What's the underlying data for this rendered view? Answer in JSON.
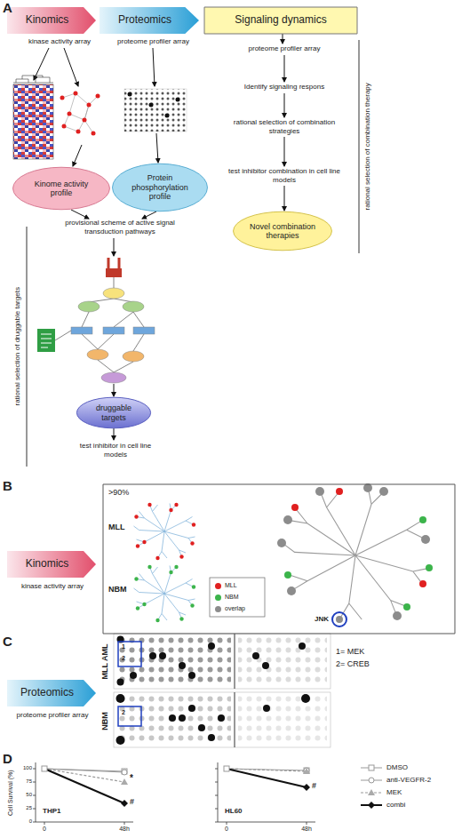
{
  "diagram": {
    "nodes": [
      {
        "text": [
          "Kinomics"
        ]
      },
      {
        "text": [
          "Proteomics"
        ]
      },
      {
        "text": [
          "Signaling dynamics"
        ]
      },
      {
        "text": [
          "Kinome activity profile"
        ]
      },
      {
        "text": [
          "Protein phosphorylation profile"
        ]
      },
      {
        "text": [
          "druggable targets"
        ]
      },
      {
        "text": [
          "Novel combination therapies"
        ]
      },
      {
        "text": [
          "Kinomics"
        ]
      },
      {
        "text": [
          ">90%"
        ]
      },
      {
        "text": [
          "Proteomics"
        ]
      }
    ],
    "labels": [
      "A",
      "kinase activity array",
      "proteome profiler array",
      "provisional scheme of active signal transduction pathways",
      "test inhibitor in cell line models",
      "rational selection of druggable targets",
      "proteome profiler array",
      "Identify signaling respons",
      "rational selection of combination strategies",
      "test inhibitor combination in cell line models",
      "rational selection of combination therapy",
      "B",
      "kinase activity array",
      "MLL",
      "NBM",
      "JNK",
      "C",
      "proteome profiler array",
      "MLL AML",
      "1",
      "2",
      "1= MEK",
      "2= CREB",
      "NBM",
      "2",
      "D",
      "Cell Survival (%)",
      "100",
      "75",
      "50",
      "25",
      "0",
      "THP1",
      "0",
      "48h",
      "*",
      "#",
      "HL60",
      "0",
      "48h",
      "#"
    ],
    "legend": [
      {
        "text": "MLL",
        "color": "#e02020"
      },
      {
        "text": "NBM",
        "color": "#3cb44b"
      },
      {
        "text": "overlap",
        "color": "#8c8c8c"
      },
      {
        "text": "DMSO"
      },
      {
        "text": "anti-VEGFR-2"
      },
      {
        "text": "MEK"
      },
      {
        "text": "combi"
      }
    ]
  }
}
